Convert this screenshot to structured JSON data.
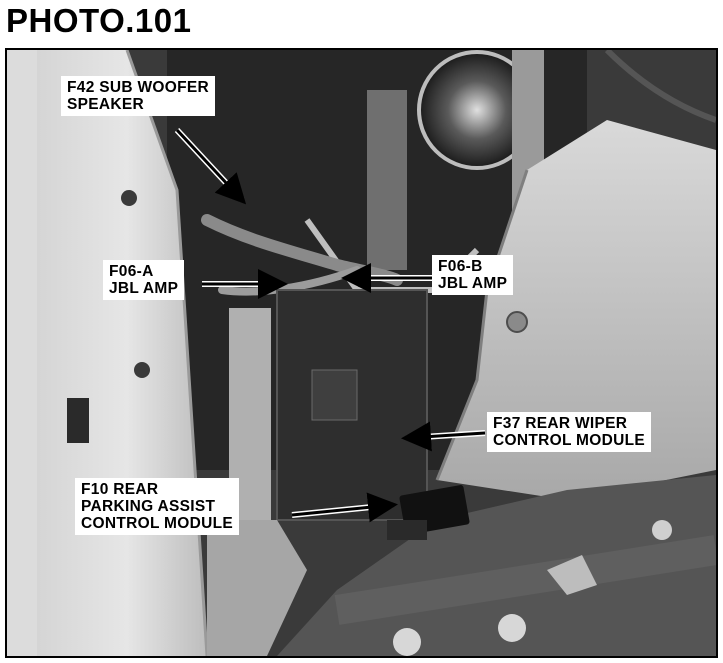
{
  "title": "PHOTO.101",
  "callouts": {
    "f42": "F42 SUB WOOFER\nSPEAKER",
    "f06a": "F06-A\nJBL AMP",
    "f06b": "F06-B\nJBL AMP",
    "f37": "F37 REAR WIPER\nCONTROL MODULE",
    "f10": "F10 REAR\nPARKING ASSIST\nCONTROL MODULE"
  }
}
